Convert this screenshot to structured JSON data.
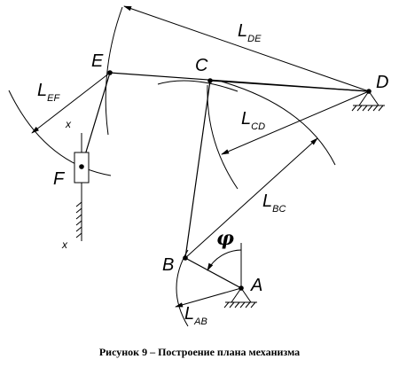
{
  "figure": {
    "points": {
      "E": "E",
      "C": "C",
      "D": "D",
      "F": "F",
      "B": "B",
      "A": "A"
    },
    "lengths": {
      "de": {
        "main": "L",
        "sub": "DE"
      },
      "ef": {
        "main": "L",
        "sub": "EF"
      },
      "cd": {
        "main": "L",
        "sub": "CD"
      },
      "bc": {
        "main": "L",
        "sub": "BC"
      },
      "ab": {
        "main": "L",
        "sub": "AB"
      }
    },
    "angle": "φ",
    "axis_top": "x",
    "axis_bottom": "x"
  },
  "caption": "Рисунок 9 – Построение плана механизма"
}
